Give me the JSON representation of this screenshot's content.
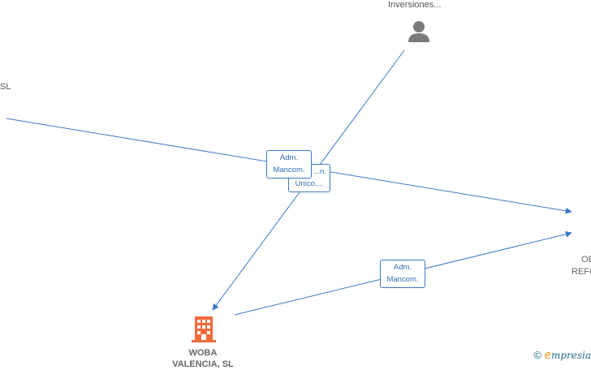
{
  "nodes": {
    "top_person": {
      "label": "Inversiones..."
    },
    "left_company": {
      "label": "SL"
    },
    "woba": {
      "line1": "WOBA",
      "line2": "VALENCIA, SL"
    },
    "right_company": {
      "line1": "OB",
      "line2": "REFO"
    }
  },
  "edges": {
    "label_1": {
      "line1": "Adm.",
      "line2": "Mancom."
    },
    "label_2": {
      "line1": "...n.",
      "line2": "Unico,..."
    },
    "label_3": {
      "line1": "Adm.",
      "line2": "Mancom."
    }
  },
  "footer": {
    "copyright": "©",
    "brand_e": "e",
    "brand_rest": "mpresia"
  },
  "colors": {
    "edge": "#3b77c4",
    "company_icon": "#f26a3d",
    "person_icon": "#7a7a7a"
  }
}
